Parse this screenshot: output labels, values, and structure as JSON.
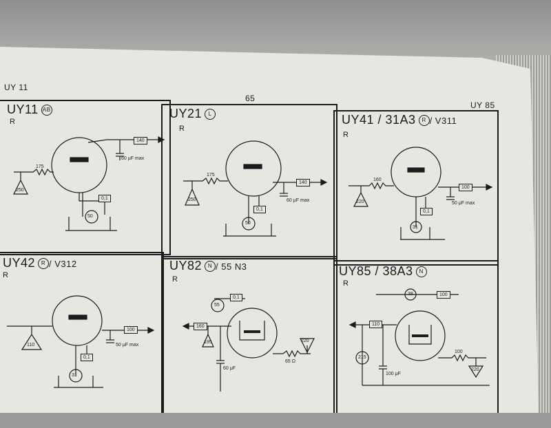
{
  "header": {
    "left": "UY 11",
    "center": "65",
    "right": "UY 85"
  },
  "tubes": [
    {
      "name": "UY11",
      "badge": "AB",
      "suffix": "",
      "class": "R",
      "labels": {
        "resistor": "175",
        "supply": "250",
        "out": "140",
        "cap": "60 μF max",
        "meter": "50",
        "box2": "0,1"
      }
    },
    {
      "name": "UY21",
      "badge": "L",
      "suffix": "",
      "class": "R",
      "labels": {
        "resistor": "175",
        "supply": "250",
        "out": "140",
        "cap": "60 μF max",
        "meter": "50",
        "box2": "0,1"
      }
    },
    {
      "name": "UY41 / 31A3",
      "badge": "R",
      "suffix": "/ V311",
      "class": "R",
      "labels": {
        "resistor": "160",
        "supply": "220",
        "out": "100",
        "cap": "50 μF max",
        "meter": "31",
        "box2": "0,1"
      }
    },
    {
      "name": "UY42",
      "badge": "R",
      "suffix": "/ V312",
      "class": "R",
      "labels": {
        "supply": "110",
        "out": "100",
        "cap": "50 μF max",
        "meter": "31",
        "box2": "0,1"
      }
    },
    {
      "name": "UY82",
      "badge": "N",
      "suffix": "/ 55 N3",
      "class": "R",
      "labels": {
        "meter": "55",
        "box2": "0,1",
        "out": "160",
        "supply": "195",
        "cap": "60 μF",
        "resistor": "65 Ω",
        "supply2": "220"
      }
    },
    {
      "name": "UY85 / 38A3",
      "badge": "N",
      "suffix": "",
      "class": "R",
      "labels": {
        "meter": "38",
        "out": "100",
        "box2": "110",
        "cap2": "215",
        "cap": "100 μF",
        "resistor": "100",
        "supply": "220"
      }
    }
  ]
}
